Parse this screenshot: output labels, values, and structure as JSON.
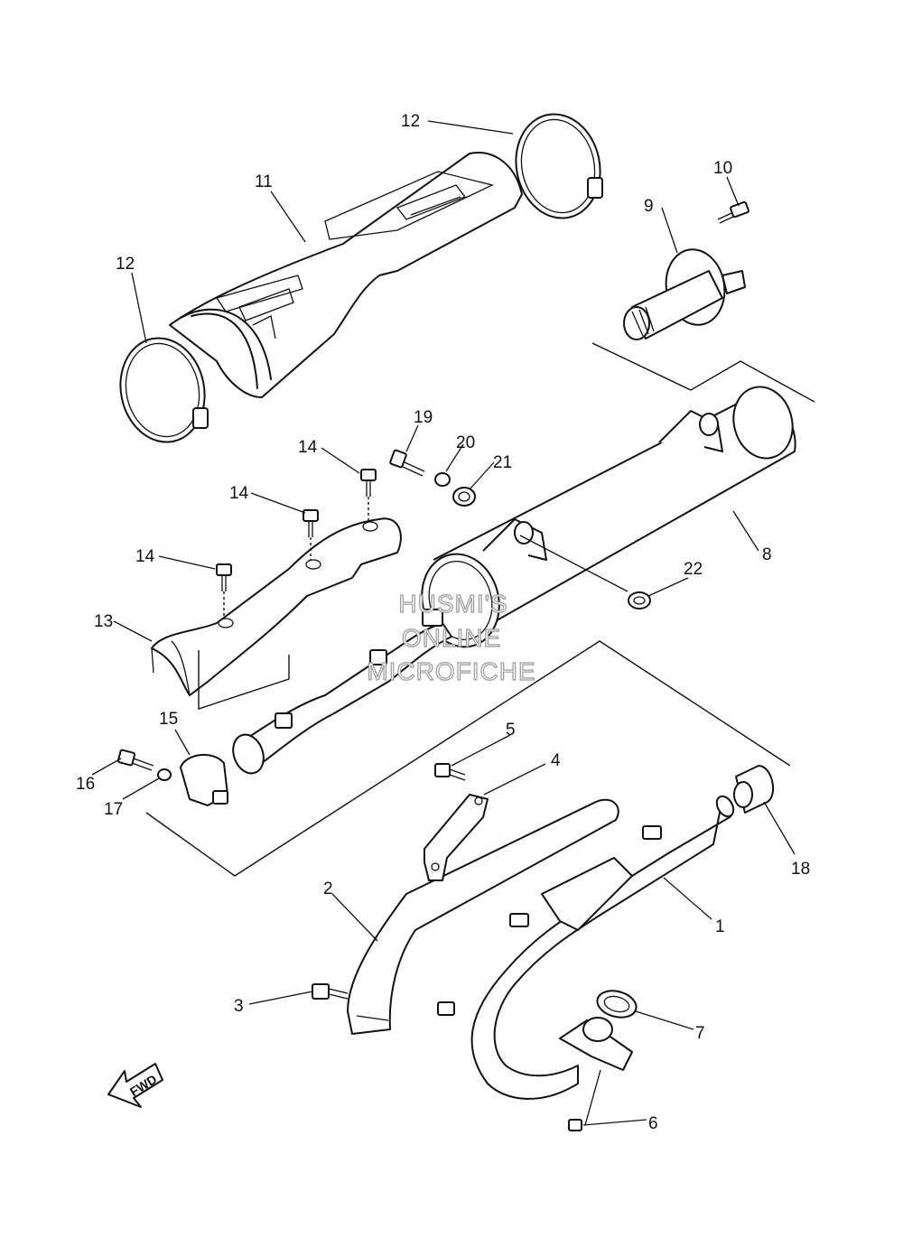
{
  "callouts": [
    "1",
    "2",
    "3",
    "4",
    "5",
    "6",
    "7",
    "8",
    "9",
    "10",
    "11",
    "12",
    "12",
    "13",
    "14",
    "14",
    "14",
    "15",
    "16",
    "17",
    "18",
    "19",
    "20",
    "21",
    "22"
  ],
  "watermark": {
    "line1": "HUSMI'S",
    "line2": "ONLINE",
    "line3": "MICROFICHE"
  },
  "direction_marker": "FWD"
}
